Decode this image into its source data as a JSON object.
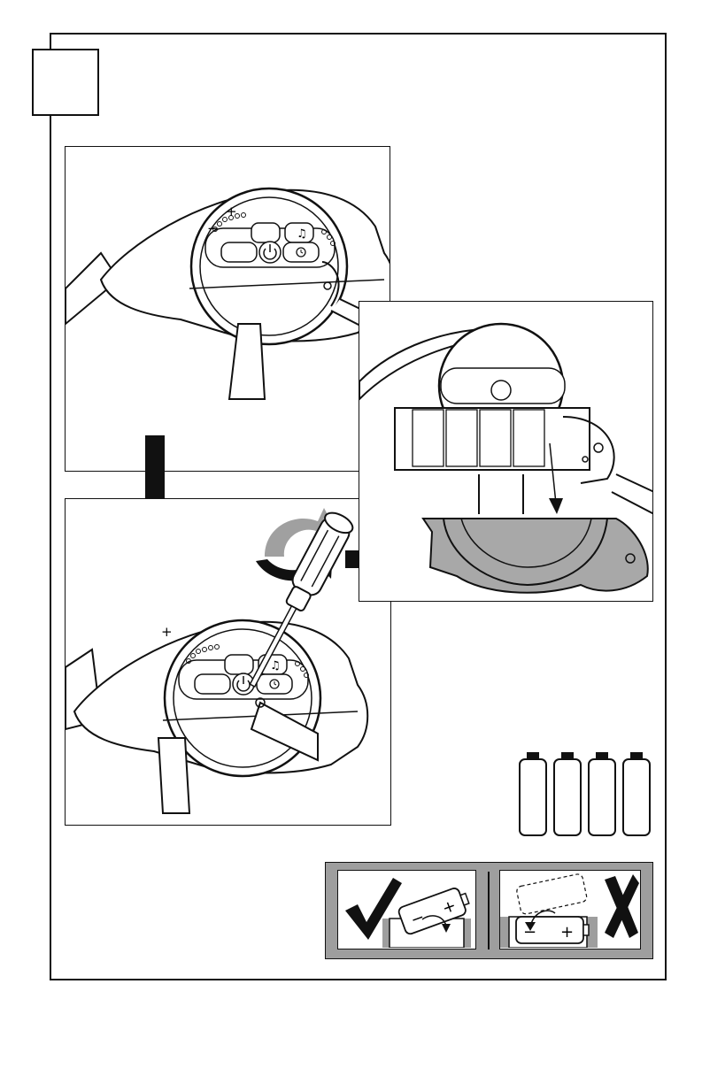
{
  "step": {
    "number": ""
  },
  "panels": [
    {
      "id": "closed-control-unit"
    },
    {
      "id": "remove-screw"
    },
    {
      "id": "battery-compartment-open"
    }
  ],
  "control_buttons": {
    "plus": "+",
    "minus": "−"
  },
  "arrows": [
    {
      "id": "down-arrow",
      "direction": "down"
    },
    {
      "id": "right-arrow",
      "direction": "right"
    }
  ],
  "batteries": {
    "count": 4
  },
  "battery_insertion": {
    "correct": {
      "mark": "check",
      "minus": "−",
      "plus": "+"
    },
    "incorrect": {
      "mark": "x",
      "minus": "−",
      "plus": "+"
    }
  },
  "colors": {
    "ink": "#111111",
    "cover_gray": "#a8a8a8",
    "arrow_gray": "#a0a0a0",
    "panel_gray": "#9e9e9e"
  }
}
